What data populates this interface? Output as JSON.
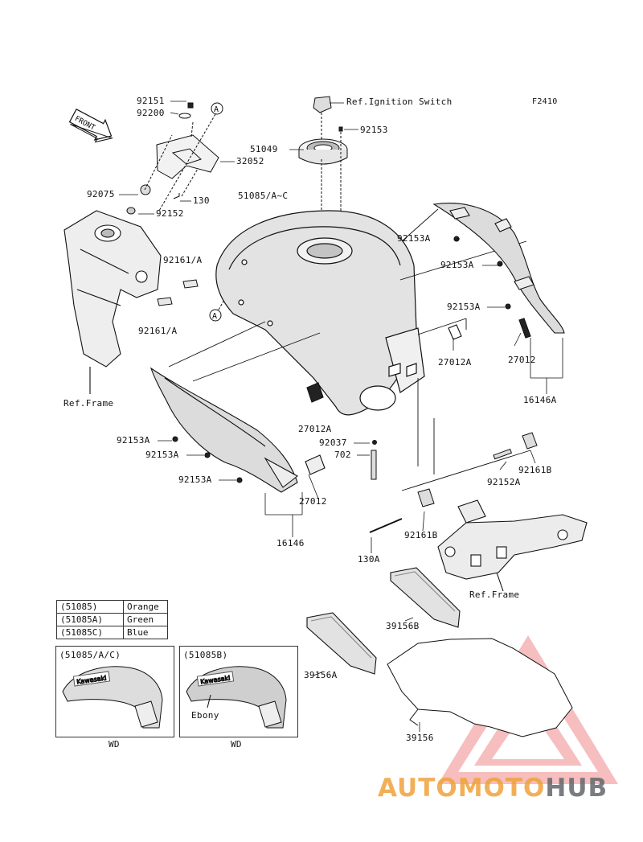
{
  "figure_code": "F2410",
  "ref_labels": {
    "ignition": "Ref.Ignition Switch",
    "frame_left": "Ref.Frame",
    "frame_right": "Ref.Frame"
  },
  "callout_letter": "A",
  "parts": {
    "p92151": "92151",
    "p92200": "92200",
    "p32052": "32052",
    "p92075": "92075",
    "p130": "130",
    "p92152": "92152",
    "p92153_top": "92153",
    "p51049": "51049",
    "p51085": "51085/A~C",
    "p92161A_a": "92161/A",
    "p92161A_b": "92161/A",
    "p92153A_r1": "92153A",
    "p92153A_r2": "92153A",
    "p92153A_r3": "92153A",
    "p27012A_r": "27012A",
    "p27012_r": "27012",
    "p16146A": "16146A",
    "p92153A_l1": "92153A",
    "p92153A_l2": "92153A",
    "p92153A_l3": "92153A",
    "p27012A_c": "27012A",
    "p92037": "92037",
    "p702": "702",
    "p27012_c": "27012",
    "p16146": "16146",
    "p92161B_r": "92161B",
    "p92152A": "92152A",
    "p92161B_c": "92161B",
    "p130A": "130A",
    "p39156B": "39156B",
    "p39156A": "39156A",
    "p39156": "39156"
  },
  "color_table": [
    {
      "code": "(51085)",
      "color": "Orange"
    },
    {
      "code": "(51085A)",
      "color": "Green"
    },
    {
      "code": "(51085C)",
      "color": "Blue"
    }
  ],
  "variant_boxes": [
    {
      "title": "(51085/A/C)",
      "note": "",
      "caption": "WD"
    },
    {
      "title": "(51085B)",
      "note": "Ebony",
      "caption": "WD"
    }
  ],
  "front_sign": "FRONT",
  "tank_decal": "Kawasaki",
  "watermark": {
    "part1": "AUTOMOTO",
    "part2": "HUB"
  }
}
